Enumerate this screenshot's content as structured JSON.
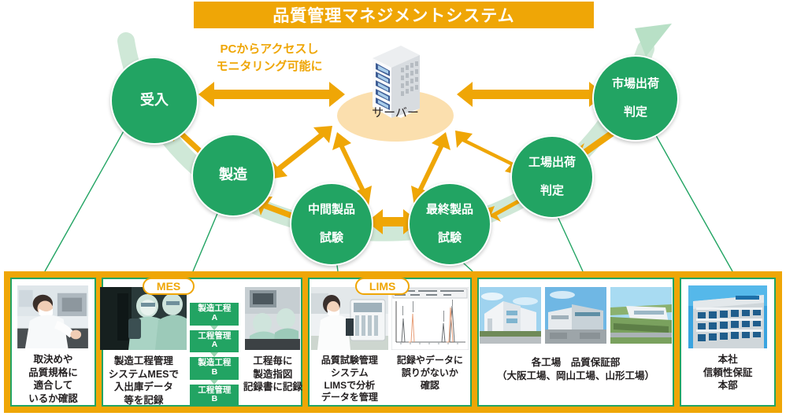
{
  "header": {
    "title": "品質管理マネジメントシステム",
    "bg": "#efa606"
  },
  "annotation": {
    "pc_note": "PCからアクセスし\nモニタリング可能に",
    "color": "#efa606"
  },
  "hub": {
    "label": "サーバー",
    "icon": "server-rack-icon",
    "ellipse_color": "#fbdfae"
  },
  "flow": {
    "node_color": "#22a463",
    "band_color": "#c9e8d4",
    "arrow_color": "#efa606",
    "nodes": [
      {
        "id": "receiving",
        "label": "受入",
        "lines": [
          "受入"
        ]
      },
      {
        "id": "manufacturing",
        "label": "製造",
        "lines": [
          "製造"
        ]
      },
      {
        "id": "intermediate",
        "label": "中間製品試験",
        "lines": [
          "中間製品",
          "試験"
        ]
      },
      {
        "id": "final",
        "label": "最終製品試験",
        "lines": [
          "最終製品",
          "試験"
        ]
      },
      {
        "id": "factory-ship",
        "label": "工場出荷判定",
        "lines": [
          "工場出荷",
          "判定"
        ]
      },
      {
        "id": "market-ship",
        "label": "市場出荷判定",
        "lines": [
          "市場出荷",
          "判定"
        ]
      }
    ]
  },
  "panels": [
    {
      "id": "panel-receiving",
      "photo": "lab-technician-photo",
      "caption": "取決めや\n品質規格に\n適合して\nいるか確認"
    },
    {
      "id": "panel-mes",
      "tag": "MES",
      "photo_left": "cleanroom-operators-photo",
      "photo_right": "cleanroom-terminal-photo",
      "caption_left": "製造工程管理\nシステムMESで\n入出庫データ\n等を記録",
      "caption_right": "工程毎に\n製造指図\n記録書に記録",
      "steps": [
        "製造工程\nA",
        "工程管理\nA",
        "製造工程\nB",
        "工程管理\nB"
      ]
    },
    {
      "id": "panel-lims",
      "tag": "LIMS",
      "photo_left": "analyst-instrument-photo",
      "photo_right": "chromatogram-chart",
      "caption_left": "品質試験管理\nシステム\nLIMSで分析\nデータを管理",
      "caption_right": "記録やデータに\n誤りがないか\n確認"
    },
    {
      "id": "panel-factories",
      "photos": [
        "factory-osaka-photo",
        "factory-okayama-photo",
        "factory-yamagata-photo"
      ],
      "caption": "各工場　品質保証部\n（大阪工場、岡山工場、山形工場）"
    },
    {
      "id": "panel-headquarters",
      "photo": "headquarters-building-photo",
      "caption": "本社\n信頼性保証\n本部"
    }
  ]
}
